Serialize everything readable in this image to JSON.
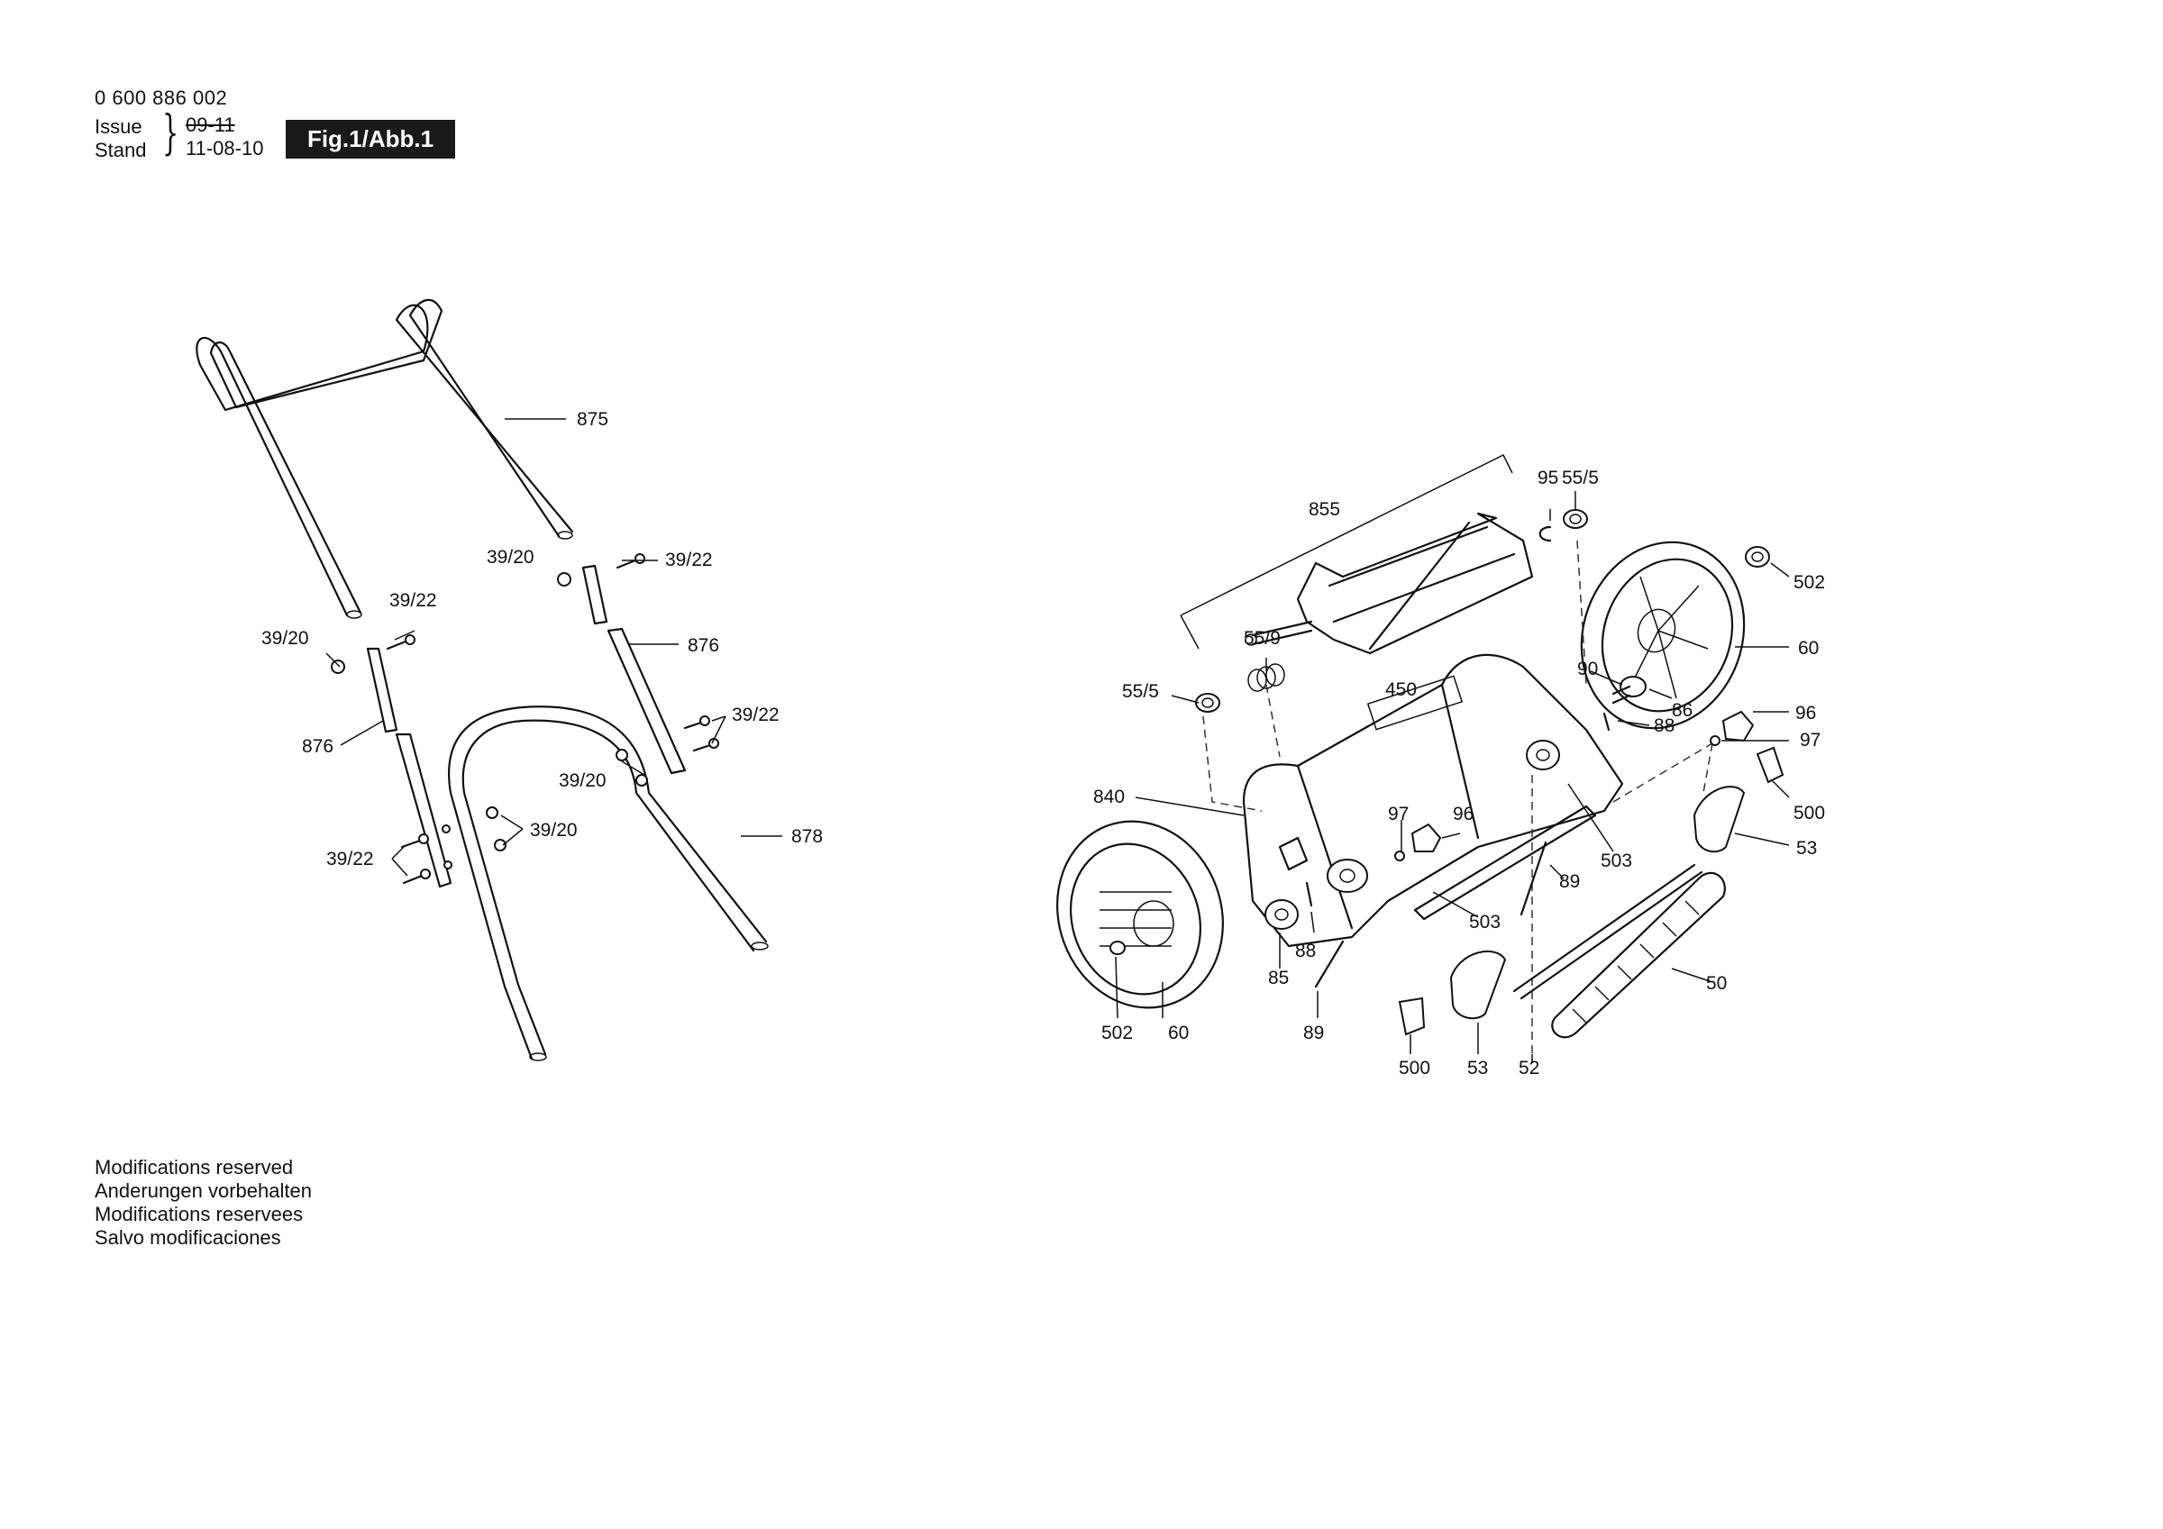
{
  "header": {
    "doc_number": "0 600 886 002",
    "issue_label": "Issue",
    "stand_label": "Stand",
    "issue_date": "09-11",
    "stand_date": "11-08-10",
    "fig_label": "Fig.1/Abb.1"
  },
  "footer": {
    "lines": [
      "Modifications reserved",
      "Anderungen vorbehalten",
      "Modifications reservees",
      "Salvo modificaciones"
    ]
  },
  "handle_labels": {
    "l875": "875",
    "l39_20_a": "39/20",
    "l39_22_a": "39/22",
    "l39_22_b": "39/22",
    "l39_20_b": "39/20",
    "l876_a": "876",
    "l876_b": "876",
    "l39_22_c": "39/22",
    "l39_20_c": "39/20",
    "l39_20_d": "39/20",
    "l39_22_d": "39/22",
    "l878": "878"
  },
  "mower_labels": {
    "l95": "95",
    "l55_5_a": "55/5",
    "l855": "855",
    "l502_a": "502",
    "l55_9": "55/9",
    "l60_a": "60",
    "l90": "90",
    "l55_5_b": "55/5",
    "l450": "450",
    "l86": "86",
    "l96_a": "96",
    "l88_a": "88",
    "l97_a": "97",
    "l840": "840",
    "l97_b": "97",
    "l96_b": "96",
    "l500_a": "500",
    "l503_a": "503",
    "l53_a": "53",
    "l89_a": "89",
    "l503_b": "503",
    "l88_b": "88",
    "l85": "85",
    "l50": "50",
    "l502_b": "502",
    "l60_b": "60",
    "l89_b": "89",
    "l500_b": "500",
    "l53_b": "53",
    "l52": "52"
  }
}
